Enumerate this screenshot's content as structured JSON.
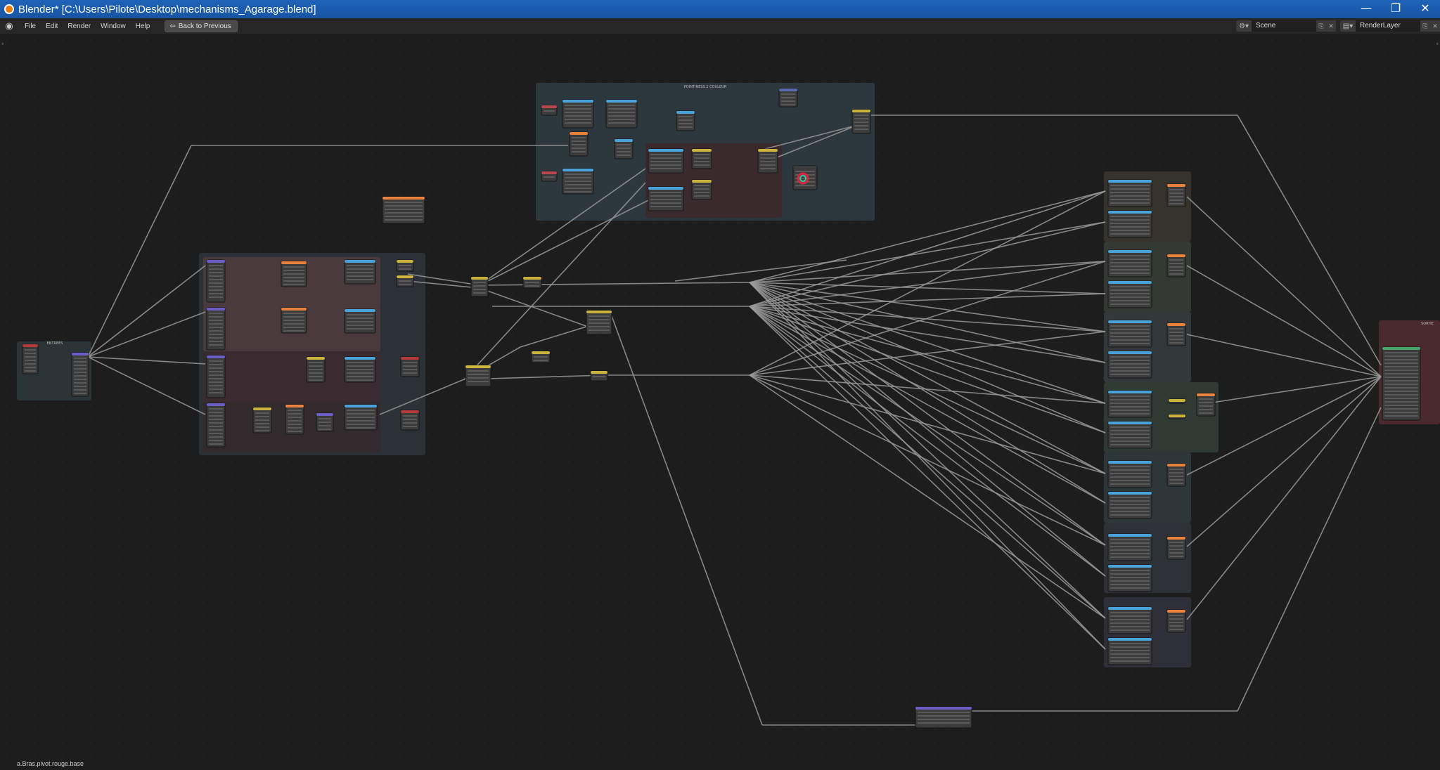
{
  "window": {
    "title": "Blender* [C:\\Users\\Pilote\\Desktop\\mechanisms_Agarage.blend]",
    "minimize": "—",
    "restore": "❐",
    "close": "✕"
  },
  "menu": {
    "items": [
      "File",
      "Edit",
      "Render",
      "Window",
      "Help"
    ],
    "back_label": "Back to Previous"
  },
  "header_right": {
    "scene": "Scene",
    "view_layer": "RenderLayer"
  },
  "frames": {
    "entrees": "ENTREES",
    "pointiness": "POINTINESS 2 COULEUR",
    "sortie": "SORTIE"
  },
  "status": {
    "active_object": "a.Bras.pivot.rouge.base"
  },
  "colors": {
    "title_bar": "#1f63b8",
    "node_body": "#3c3c3c",
    "header_texture": "#e8823c",
    "header_vector": "#6b5fc7",
    "header_converter": "#4aa3d8",
    "header_color": "#c9b33d",
    "header_output": "#b23a3a",
    "link": "#9a9a9a"
  },
  "icons": {
    "app": "blender-logo-icon",
    "back": "back-arrow-icon",
    "scene": "scene-icon",
    "view_layer": "render-layer-icon"
  }
}
